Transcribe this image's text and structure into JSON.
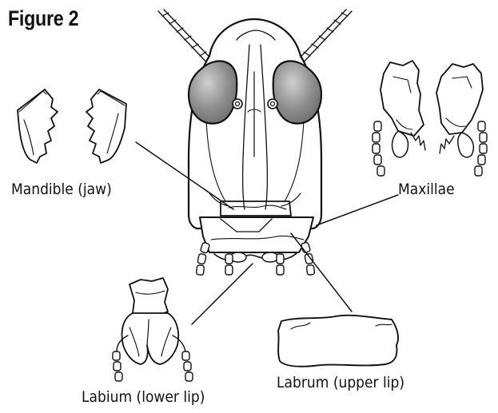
{
  "title": "Figure 2",
  "labels": {
    "mandible": "Mandible (jaw)",
    "maxillae": "Maxillae",
    "labium": "Labium (lower lip)",
    "labrum": "Labrum (upper lip)"
  },
  "colors": {
    "ink": "#111111",
    "eye_fill": "#8a8a8a",
    "eye_highlight": "#c8c8c8",
    "background": "#ffffff"
  }
}
